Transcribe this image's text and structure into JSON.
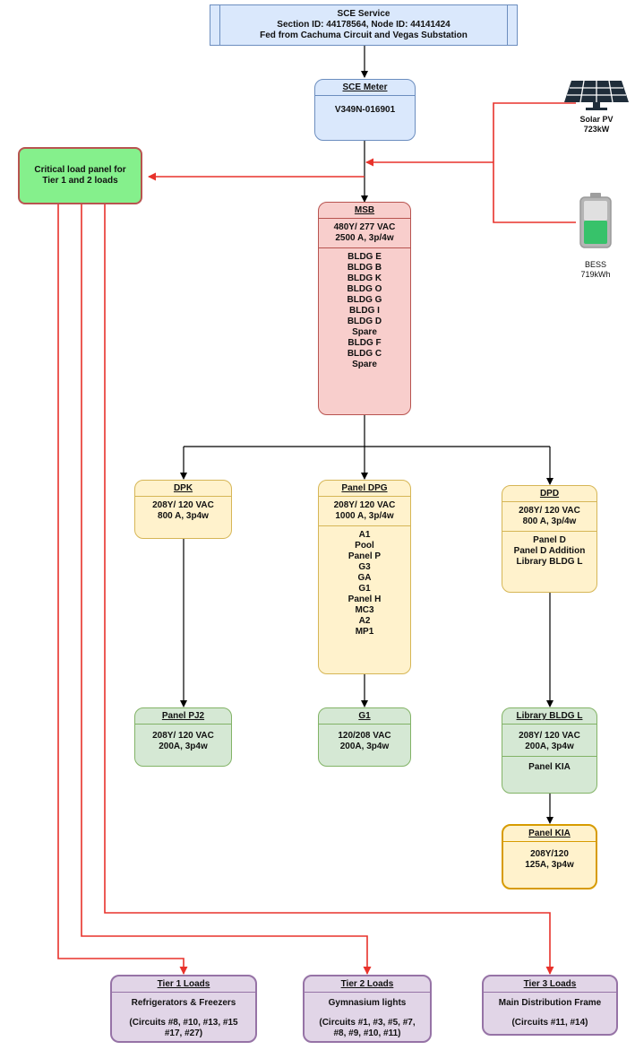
{
  "service": {
    "title": "SCE Service",
    "line1": "Section ID: 44178564, Node ID: 44141424",
    "line2": "Fed from Cachuma Circuit and Vegas Substation"
  },
  "meter": {
    "title": "SCE Meter",
    "id": "V349N-016901"
  },
  "solar": {
    "label": "Solar PV",
    "size": "723kW",
    "icon": "solar-panel-icon"
  },
  "bess": {
    "label": "BESS",
    "size": "719kWh",
    "icon": "battery-icon"
  },
  "critical_panel": {
    "line1": "Critical load panel for",
    "line2": "Tier 1 and 2 loads"
  },
  "msb": {
    "title": "MSB",
    "spec1": "480Y/ 277 VAC",
    "spec2": "2500 A, 3p/4w",
    "feeds": [
      "BLDG E",
      "BLDG B",
      "BLDG K",
      "BLDG O",
      "BLDG G",
      "BLDG I",
      "BLDG D",
      "Spare",
      "BLDG F",
      "BLDG C",
      "Spare"
    ]
  },
  "dpk": {
    "title": "DPK",
    "spec1": "208Y/ 120 VAC",
    "spec2": "800 A, 3p4w"
  },
  "panel_dpg": {
    "title": "Panel DPG",
    "spec1": "208Y/ 120 VAC",
    "spec2": "1000 A, 3p/4w",
    "feeds": [
      "A1",
      "Pool",
      "Panel P",
      "G3",
      "GA",
      "G1",
      "Panel H",
      "MC3",
      "A2",
      "MP1"
    ]
  },
  "dpd": {
    "title": "DPD",
    "spec1": "208Y/ 120 VAC",
    "spec2": "800 A, 3p/4w",
    "feeds": [
      "Panel D",
      "Panel D Addition",
      "Library BLDG L"
    ]
  },
  "panel_pj2": {
    "title": "Panel PJ2",
    "spec1": "208Y/ 120 VAC",
    "spec2": "200A, 3p4w"
  },
  "g1": {
    "title": "G1",
    "spec1": "120/208 VAC",
    "spec2": "200A, 3p4w"
  },
  "library_bldg_l": {
    "title": "Library BLDG L",
    "spec1": "208Y/ 120 VAC",
    "spec2": "200A, 3p4w",
    "feed": "Panel KIA"
  },
  "panel_kia": {
    "title": "Panel KIA",
    "spec1": "208Y/120",
    "spec2": "125A, 3p4w"
  },
  "tier1": {
    "title": "Tier 1 Loads",
    "desc": "Refrigerators & Freezers",
    "circuits1": "(Circuits #8, #10, #13, #15",
    "circuits2": "#17, #27)"
  },
  "tier2": {
    "title": "Tier 2 Loads",
    "desc": "Gymnasium lights",
    "circuits1": "(Circuits #1, #3, #5, #7,",
    "circuits2": "#8, #9, #10, #11)"
  },
  "tier3": {
    "title": "Tier 3 Loads",
    "desc": "Main Distribution Frame",
    "circuits1": "(Circuits #11, #14)"
  },
  "colors": {
    "grid_line": "#000000",
    "critical_line": "#e8322b",
    "critical_fill": "#85f08c"
  }
}
